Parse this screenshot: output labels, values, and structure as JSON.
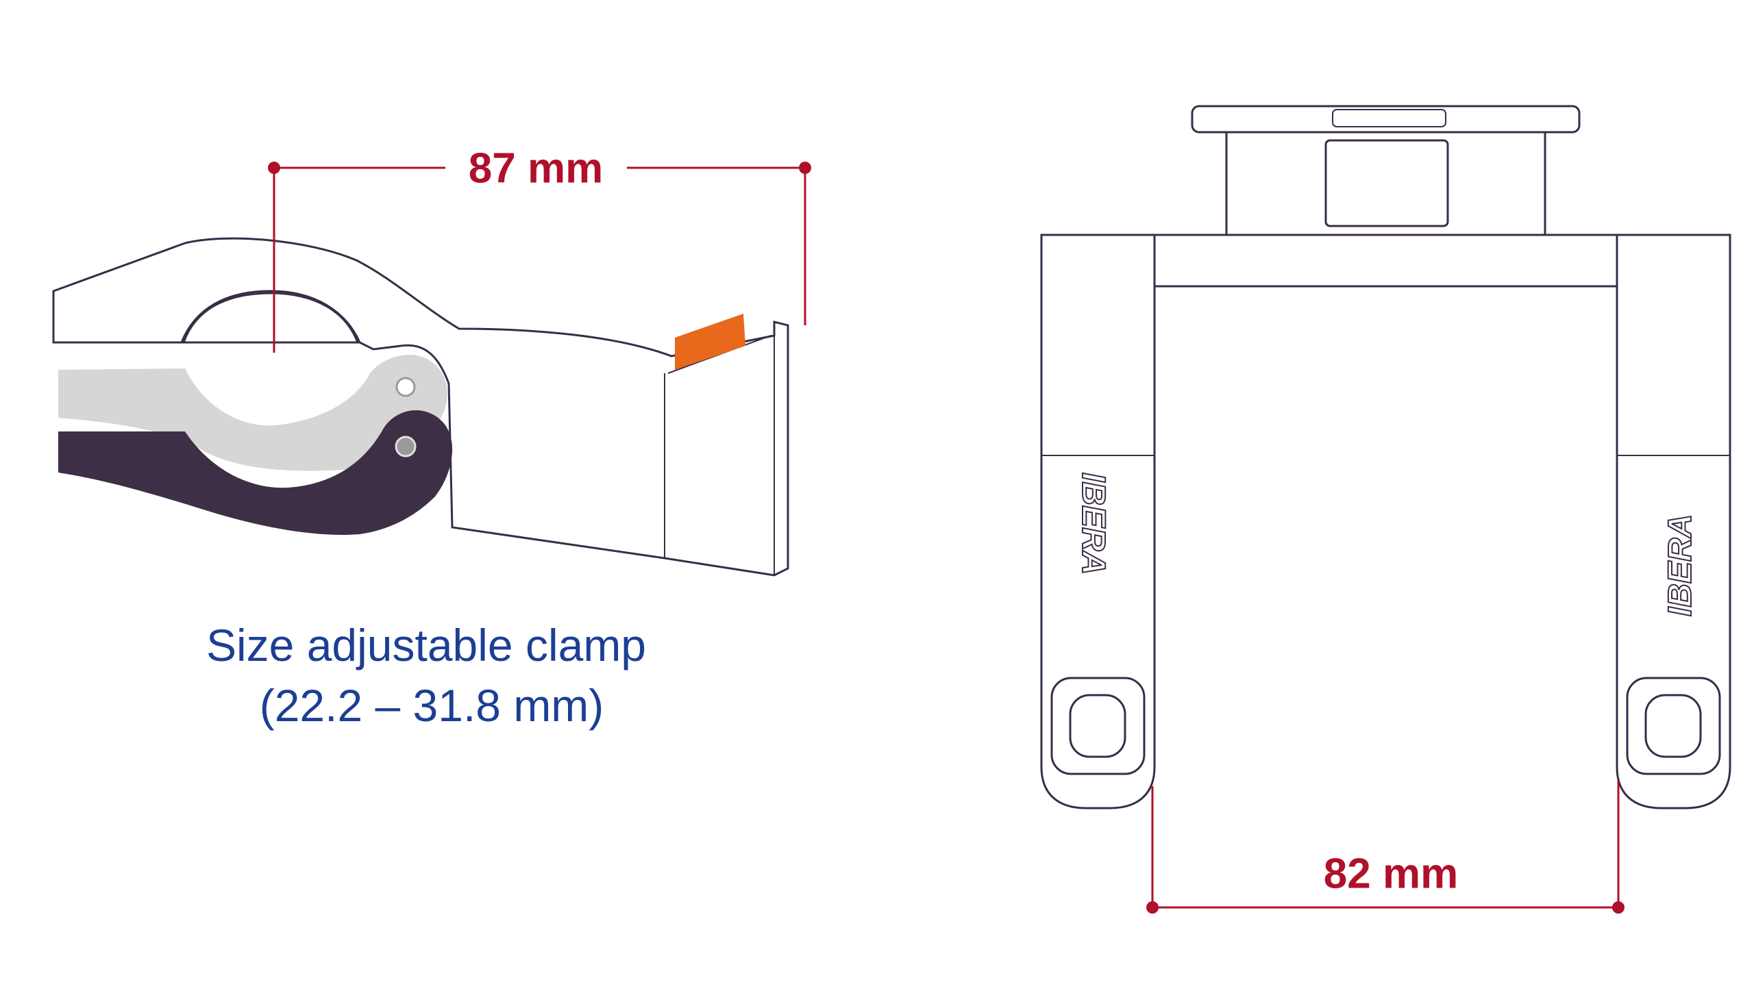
{
  "dimensions": {
    "clamp_length": "87 mm",
    "mount_width": "82 mm"
  },
  "caption": {
    "line1": "Size adjustable clamp",
    "line2": "(22.2 – 31.8 mm)"
  },
  "brand_logo": "IBERA",
  "colors": {
    "dimension": "#b0102a",
    "caption": "#1c3f94",
    "outline": "#3a2c47",
    "clamp_jaw_dark": "#3d2f45",
    "clamp_jaw_light": "#d6d6d6",
    "release_tab": "#e8681c"
  }
}
